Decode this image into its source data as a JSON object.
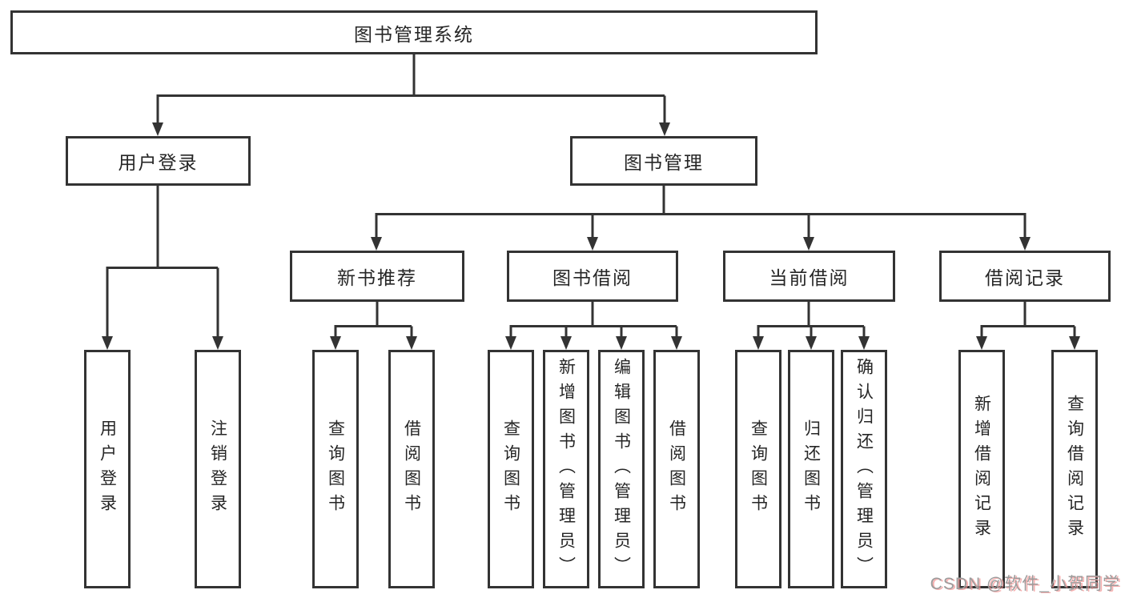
{
  "diagram": {
    "root": {
      "label": "图书管理系统"
    },
    "branches": [
      {
        "label": "用户登录",
        "children": [
          {
            "label": "用户登录"
          },
          {
            "label": "注销登录"
          }
        ]
      },
      {
        "label": "图书管理",
        "children": [
          {
            "label": "新书推荐",
            "children": [
              {
                "label": "查询图书"
              },
              {
                "label": "借阅图书"
              }
            ]
          },
          {
            "label": "图书借阅",
            "children": [
              {
                "label": "查询图书"
              },
              {
                "label": "新增图书（管理员）"
              },
              {
                "label": "编辑图书（管理员）"
              },
              {
                "label": "借阅图书"
              }
            ]
          },
          {
            "label": "当前借阅",
            "children": [
              {
                "label": "查询图书"
              },
              {
                "label": "归还图书"
              },
              {
                "label": "确认归还（管理员）"
              }
            ]
          },
          {
            "label": "借阅记录",
            "children": [
              {
                "label": "新增借阅记录"
              },
              {
                "label": "查询借阅记录"
              }
            ]
          }
        ]
      }
    ]
  },
  "watermark": {
    "text": "CSDN @软件_小贺同学"
  },
  "colors": {
    "line": "#333333",
    "text": "#262626",
    "background": "#ffffff",
    "watermark": "#9c9c9c",
    "watermark_shadow": "#f49696"
  }
}
